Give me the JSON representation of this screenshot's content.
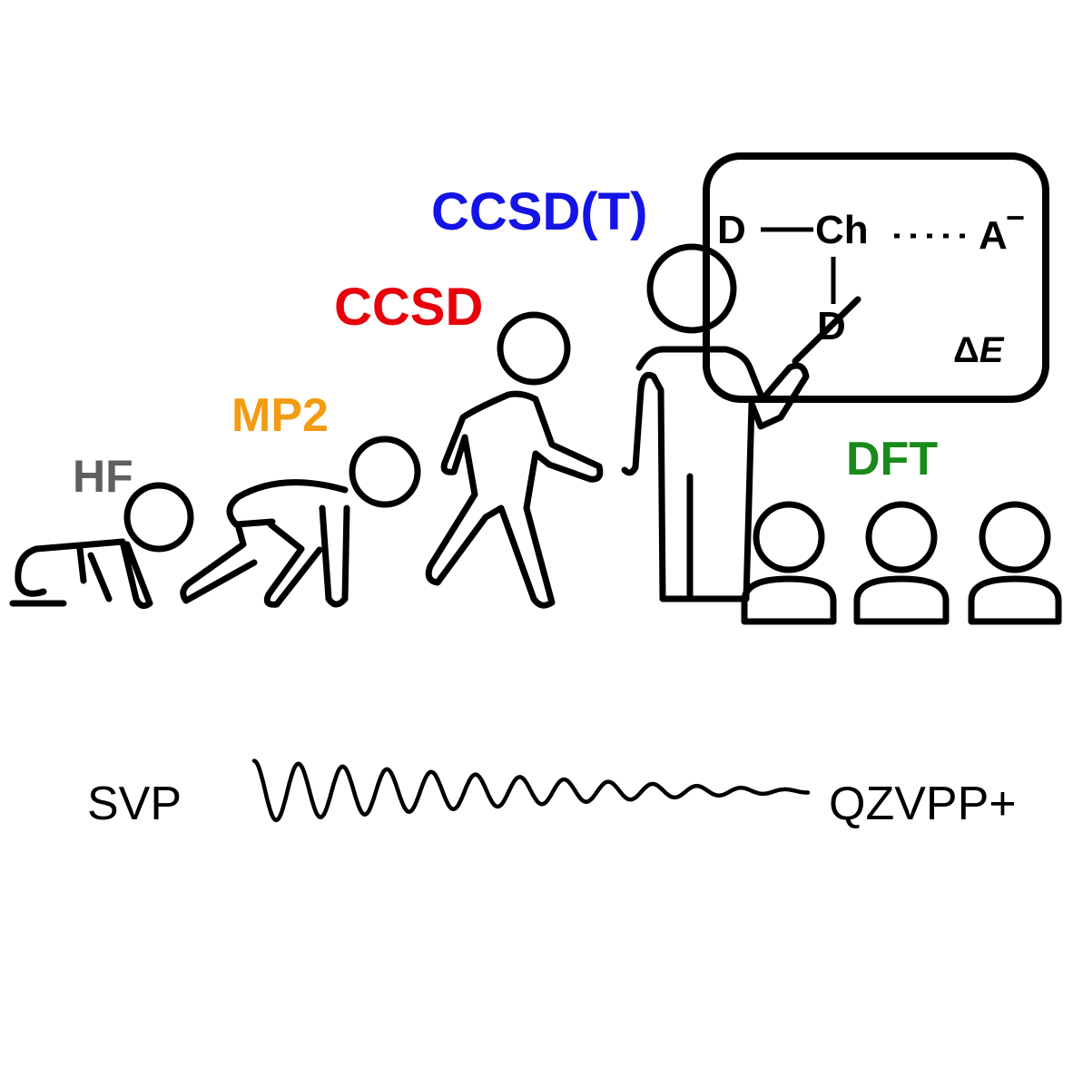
{
  "labels": {
    "hf": "HF",
    "mp2": "MP2",
    "ccsd": "CCSD",
    "ccsd_t": "CCSD(T)",
    "dft": "DFT"
  },
  "board": {
    "donor_left": "D",
    "center": "Ch",
    "acceptor": "A",
    "charge": "−",
    "donor_bottom": "D",
    "energy_delta": "Δ",
    "energy_symbol": "E"
  },
  "basis": {
    "left": "SVP",
    "right": "QZVPP+"
  },
  "colors": {
    "hf": "#5f5f5f",
    "mp2": "#f39c12",
    "ccsd": "#e8000b",
    "ccsd_t": "#1414e6",
    "dft": "#1a8a1a",
    "ink": "#000000"
  }
}
